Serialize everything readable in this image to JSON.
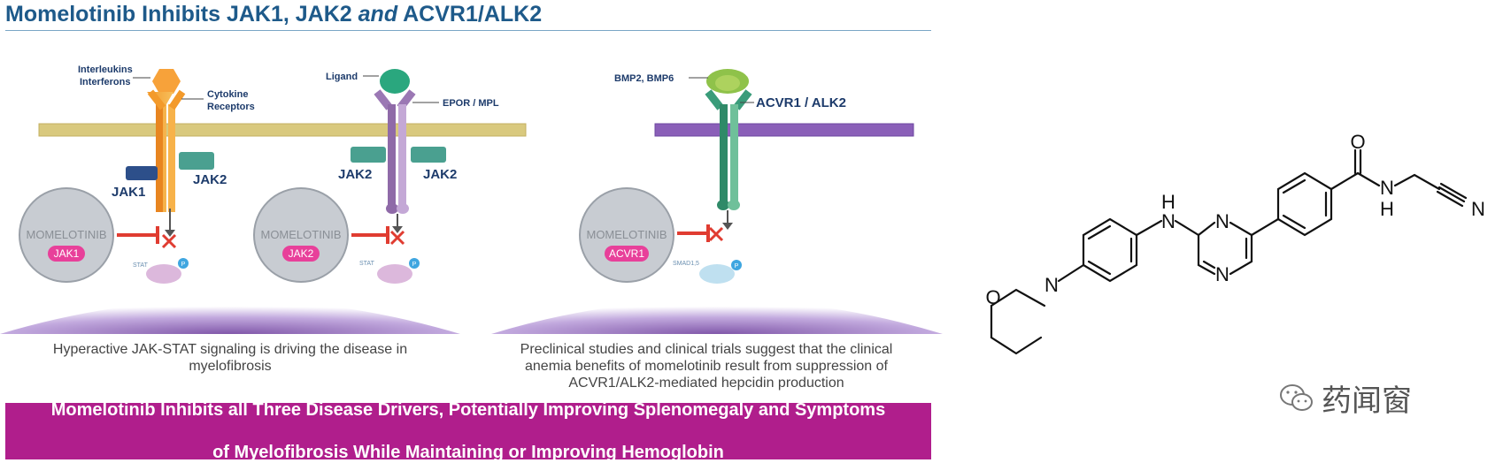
{
  "title": {
    "part1": "Momelotinib Inhibits JAK1, JAK2 ",
    "and": "and",
    "part2": " ACVR1/ALK2"
  },
  "colors": {
    "title": "#1e5a8a",
    "banner": "#b01e8c",
    "inhibitor_pill": "#e8409a",
    "arrow_red": "#e03c31",
    "membrane_gold": "#d8c27a",
    "membrane_purple": "#8a5fb8"
  },
  "panel1": {
    "ligand_label": "Interleukins\nInterferons",
    "ligand_line1": "Interleukins",
    "ligand_line2": "Interferons",
    "receptor_line1": "Cytokine",
    "receptor_line2": "Receptors",
    "jak_left": "JAK1",
    "jak_right": "JAK2",
    "drug": "MOMELOTINIB",
    "target": "JAK1",
    "substrate": "STAT"
  },
  "panel2": {
    "ligand_label": "Ligand",
    "receptor_label": "EPOR / MPL",
    "jak_left": "JAK2",
    "jak_right": "JAK2",
    "drug": "MOMELOTINIB",
    "target": "JAK2",
    "substrate": "STAT"
  },
  "panel3": {
    "ligand_label": "BMP2, BMP6",
    "receptor_label": "ACVR1 / ALK2",
    "drug": "MOMELOTINIB",
    "target": "ACVR1",
    "substrate": "SMAD1,5"
  },
  "phospho": "P",
  "caption_left": [
    "Hyperactive JAK-STAT signaling is driving the disease in",
    "myelofibrosis"
  ],
  "caption_right": [
    "Preclinical studies and clinical trials suggest that the clinical",
    "anemia benefits of momelotinib result from suppression of",
    "ACVR1/ALK2-mediated hepcidin production"
  ],
  "banner": [
    "Momelotinib Inhibits all Three Disease Drivers, Potentially Improving Splenomegaly and Symptoms",
    "of Myelofibrosis While Maintaining or Improving Hemoglobin"
  ],
  "structure_atoms": {
    "O_carbonyl": "O",
    "N_amide": "N",
    "H_amide": "H",
    "N_nitrile": "N",
    "N_amine": "N",
    "H_amine": "H",
    "N_pyr1": "N",
    "N_pyr2": "N",
    "N_morph": "N",
    "O_morph": "O"
  },
  "brand": {
    "text": "药闻窗",
    "icon": "wechat-icon"
  }
}
